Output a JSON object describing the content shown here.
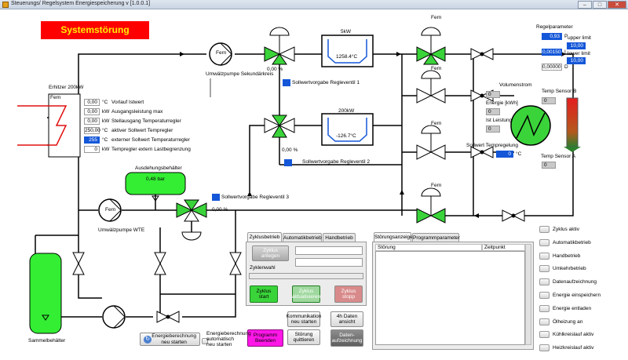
{
  "window": {
    "title": "Steuerungs/ Regelsystem  Energiespeicherung v [1.0.0.1]",
    "btn_minimize": "–",
    "btn_maximize": "□",
    "btn_close": "✕"
  },
  "alarm": {
    "text": "Systemstörung"
  },
  "heater": {
    "title": "Erhitzer 200kW",
    "fern": "Fern",
    "rows": [
      {
        "value": "0,00",
        "unit": "°C",
        "label": "Vorlauf Istwert"
      },
      {
        "value": "0,00",
        "unit": "kW",
        "label": "Ausgangsleistung max"
      },
      {
        "value": "0,00",
        "unit": "kW",
        "label": "Stellausgang Temperaturregler"
      },
      {
        "value": "250,00",
        "unit": "°C",
        "label": "aktiver Sollwert Tempregler"
      },
      {
        "value": "255",
        "unit": "°C",
        "label": "externer Sollwert Temperaturregler"
      },
      {
        "value": "0",
        "unit": "kW",
        "label": "Tempregler extern Lastbegrenzung"
      }
    ]
  },
  "pumps": {
    "secondary": {
      "fern": "Fern",
      "label": "Umwälzpumpe Sekundärkreis"
    },
    "wte": {
      "fern": "Fern",
      "label": "Umwälzpumpe WTE"
    }
  },
  "valves": {
    "v1": {
      "percent": "0,00 %",
      "label": "Sollwertvorgabe Regleventil 1"
    },
    "v2": {
      "percent": "0,00 %",
      "label": "Sollwertvorgabe Regleventil 2"
    },
    "v3": {
      "percent": "0,00 %",
      "label": "Sollwertvorgabe Regleventil 3"
    },
    "fern_labels": [
      "Fern",
      "Fern",
      "Fern",
      "Fern"
    ]
  },
  "exchangers": {
    "hx1": {
      "power": "5kW",
      "temp": "1258.4°C"
    },
    "hx2": {
      "power": "200kW",
      "temp": "-126.7°C"
    }
  },
  "tanks": {
    "expansion": {
      "title": "Ausdehungsbehälter",
      "pressure": "0,48 bar"
    },
    "collector": {
      "label": "Sammelbehälter"
    }
  },
  "regelparameter": {
    "title": "Regelparameter",
    "p_value": "0,93",
    "p_label": "P",
    "upper_label": "upper limit",
    "upper_value": "10,00",
    "i_value": "0,00150",
    "i_label": "I",
    "lower_label": "lower limit",
    "lower_value": "10,00",
    "d_value": "0,00000",
    "d_label": "D"
  },
  "storage_readouts": {
    "volumenstrom_label": "Volumenstrom",
    "volumenstrom_value": "0",
    "energie_label": "Energie [kWh]",
    "energie_value": "0",
    "leistung_label": "Ist Leistung",
    "leistung_value": "0",
    "sollwert_label": "Sollwert Tempregelung",
    "sollwert_value": "0",
    "sollwert_unit": "°C",
    "sensor_b_label": "Temp Sensor B",
    "sensor_b_value": "0",
    "sensor_a_label": "Temp Sensor A",
    "sensor_a_value": "0"
  },
  "cycle_tabs": {
    "tabs": [
      "Zyklusbetrieb",
      "Automatikbetrieb",
      "Handbetrieb"
    ],
    "anlegen": "Zyklus\nanlegen",
    "zyklenwahl": "Zyklenwahl",
    "start": "Zyklus\nstart",
    "aktualisieren": "Zyklus\naktualisieren",
    "stopp": "Zyklus\nstopp"
  },
  "bottom_buttons": {
    "kommunikation": "Kommunikation\nneu starten",
    "daten_ansicht": "4h Daten\nansicht",
    "programm_beenden": "Programm\nBeenden",
    "stoerung_quittieren": "Störung\nquittieren",
    "datenaufzeichnung": "Daten-\naufzeichnung",
    "energieberechnung": "Energieberechnung\nneu starten",
    "energieberechnung_auto": "Energieberechnung\nautomatisch\nneu starten"
  },
  "fault_panel": {
    "tabs": [
      "Störungsanzeige",
      "Programmparameter"
    ],
    "col_stoerung": "Störung",
    "col_zeitpunkt": "Zeitpunkt"
  },
  "status_list": [
    "Zyklus aktiv",
    "Automatikbetrieb",
    "Handbetrieb",
    "Umkehrbetrieb",
    "Datenaufzeichnung",
    "Energie einspeichern",
    "Energie entladen",
    "Ölheizung an",
    "Kühlkreislauf aktiv",
    "Heizkreislauf aktiv"
  ],
  "colors": {
    "alarm_bg": "#ff0000",
    "alarm_text": "#ffef00",
    "valve_green": "#3ad43a",
    "field_blue": "#1457d8",
    "tank_green": "#33ee33"
  }
}
